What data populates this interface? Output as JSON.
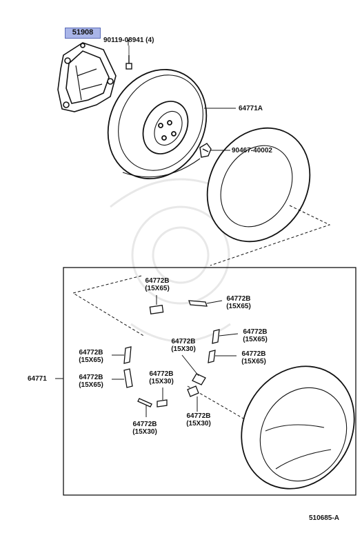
{
  "parts": {
    "highlighted": "51908",
    "bolt": "90119-08941 (4)",
    "wheel": "64771A",
    "clip": "90467-40002",
    "cover": "64771",
    "blocks": [
      {
        "num": "64772B",
        "size": "(15X65)"
      },
      {
        "num": "64772B",
        "size": "(15X65)"
      },
      {
        "num": "64772B",
        "size": "(15X65)"
      },
      {
        "num": "64772B",
        "size": "(15X30)"
      },
      {
        "num": "64772B",
        "size": "(15X65)"
      },
      {
        "num": "64772B",
        "size": "(15X65)"
      },
      {
        "num": "64772B",
        "size": "(15X65)"
      },
      {
        "num": "64772B",
        "size": "(15X30)"
      },
      {
        "num": "64772B",
        "size": "(15X30)"
      },
      {
        "num": "64772B",
        "size": "(15X30)"
      }
    ]
  },
  "footer": {
    "code": "510685-A"
  }
}
